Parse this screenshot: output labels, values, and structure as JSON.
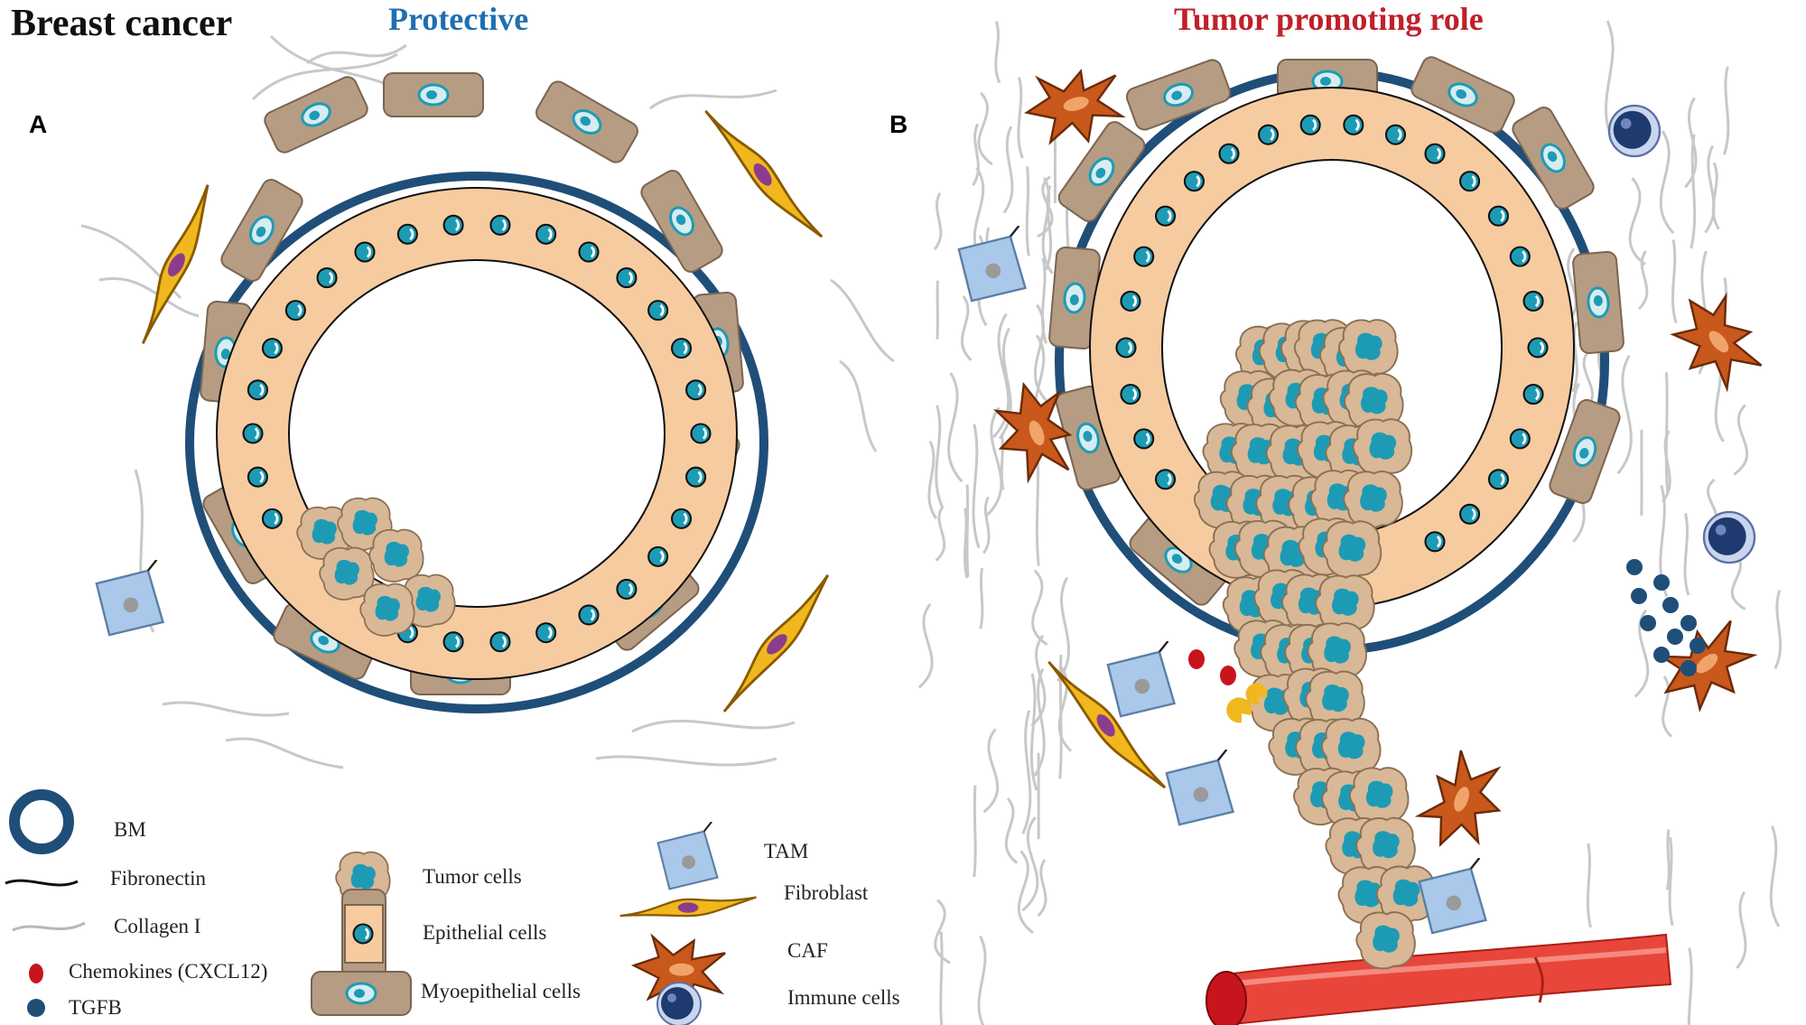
{
  "figure_title": "Breast cancer",
  "panels": {
    "a": {
      "letter": "A",
      "title": "Protective",
      "title_color": "#1f6fb2"
    },
    "b": {
      "letter": "B",
      "title": "Tumor promoting role",
      "title_color": "#c0202a"
    }
  },
  "legend": {
    "bm": "BM",
    "fibronectin": "Fibronectin",
    "collagen": "Collagen I",
    "chemokines": "Chemokines (CXCL12)",
    "tgfb": "TGFB",
    "tumor_cells": "Tumor cells",
    "epithelial_cells": "Epithelial cells",
    "myoepithelial_cells": "Myoepithelial cells",
    "tam": "TAM",
    "fibroblast": "Fibroblast",
    "caf": "CAF",
    "immune_cells": "Immune cells"
  },
  "colors": {
    "bm": "#1f4e79",
    "epithelial": "#f7cba0",
    "myoepithelial": "#b59c82",
    "nucleus": "#1d9bb5",
    "tumor": "#d8b896",
    "tam": "#a9c8ea",
    "fibroblast": "#f0b81e",
    "caf": "#c8581c",
    "chemokine": "#c8141c",
    "tgfb": "#1f4e79",
    "vessel": "#e8463a",
    "collagen": "#c8c8c8"
  }
}
